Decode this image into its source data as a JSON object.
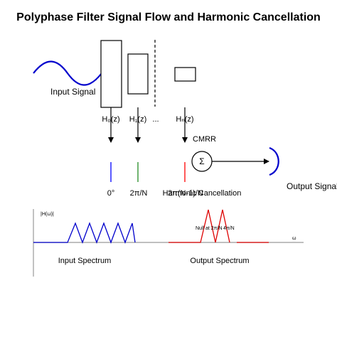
{
  "title": "Polyphase Filter Signal Flow and Harmonic Cancellation",
  "input_signal_label": "Input Signal",
  "output_signal_label": "Output Signal",
  "filters": [
    {
      "label": "H₀(z)"
    },
    {
      "label": "H₁(z)"
    },
    {
      "label": "Hₙ(z)"
    }
  ],
  "ellipsis": "...",
  "cmrr_label": "CMRR",
  "summer_symbol": "Σ",
  "phase_labels": [
    "0°",
    "2π/N",
    "2π(N-1)/N"
  ],
  "harmonic_cancellation_label": "Harmonic Cancellation",
  "spectrum": {
    "y_axis_label": "|H(ω)|",
    "x_axis_label": "ω",
    "input_label": "Input Spectrum",
    "output_label": "Output Spectrum",
    "null_labels": [
      "Null at 2π/N",
      "4π/N"
    ]
  },
  "colors": {
    "input": "#0000cc",
    "phase0": "#0000ff",
    "phase1": "#228b22",
    "phaseN": "#ff0000",
    "output": "#dd0000",
    "output_arc": "#0000cc"
  }
}
